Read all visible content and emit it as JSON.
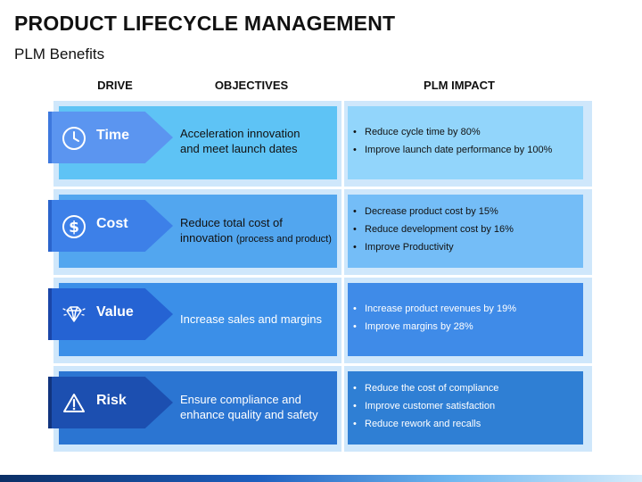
{
  "title": "PRODUCT LIFECYCLE MANAGEMENT",
  "subtitle": "PLM Benefits",
  "columns": {
    "drive": "DRIVE",
    "objectives": "OBJECTIVES",
    "impact": "PLM IMPACT"
  },
  "colors": {
    "light_border": "#cfe7fb",
    "arrow_time": "#5b95f0",
    "arrow_cost": "#3d80e8",
    "arrow_value": "#2563d3",
    "arrow_risk": "#1c4fb0"
  },
  "rows": [
    {
      "drive": "Time",
      "icon": "clock-icon",
      "objective_line1": "Acceleration innovation",
      "objective_line2": "and meet launch dates",
      "impacts": [
        "Reduce cycle time by 80%",
        "Improve launch date performance by 100%"
      ]
    },
    {
      "drive": "Cost",
      "icon": "dollar-icon",
      "objective_line1": "Reduce total cost of",
      "objective_line2": "innovation",
      "objective_note": "(process and product)",
      "impacts": [
        "Decrease product cost by 15%",
        "Reduce development cost by 16%",
        "Improve Productivity"
      ]
    },
    {
      "drive": "Value",
      "icon": "diamond-icon",
      "objective_line1": "Increase sales and margins",
      "impacts": [
        "Increase product revenues by 19%",
        "Improve margins by 28%"
      ]
    },
    {
      "drive": "Risk",
      "icon": "warning-icon",
      "objective_line1": "Ensure compliance and",
      "objective_line2": "enhance quality and safety",
      "impacts": [
        "Reduce the cost of compliance",
        "Improve customer satisfaction",
        "Reduce rework and recalls"
      ]
    }
  ]
}
